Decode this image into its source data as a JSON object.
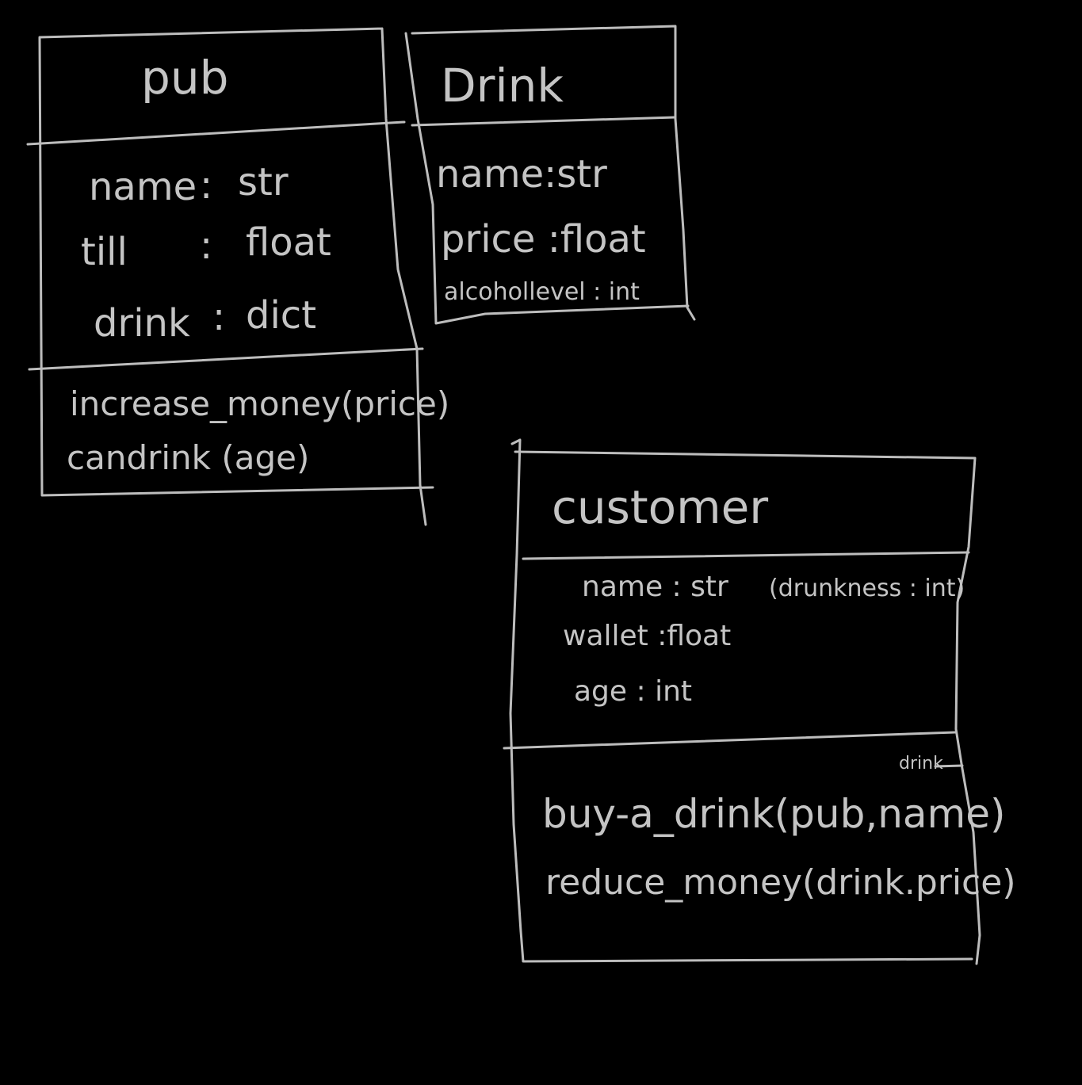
{
  "classes": {
    "pub": {
      "name": "pub",
      "attributes": [
        {
          "name": "name",
          "sep": ":",
          "type": "str"
        },
        {
          "name": "till",
          "sep": ":",
          "type": "float"
        },
        {
          "name": "drink",
          "sep": ":",
          "type": "dict"
        }
      ],
      "methods": [
        "increase_money(price)",
        "candrink (age)"
      ]
    },
    "drink": {
      "name": "Drink",
      "attributes": [
        {
          "text": "name:str"
        },
        {
          "text": "price :float"
        },
        {
          "text": "alcohollevel : int"
        }
      ]
    },
    "customer": {
      "name": "customer",
      "attributes": [
        {
          "text": "name : str"
        },
        {
          "text": "wallet :float"
        },
        {
          "text": "age  : int"
        }
      ],
      "side_attribute": "(drunkness : int)",
      "methods": [
        "buy-a_drink(pub,name)",
        "reduce_money(drink.price)"
      ],
      "method_annotation": "drink"
    }
  }
}
